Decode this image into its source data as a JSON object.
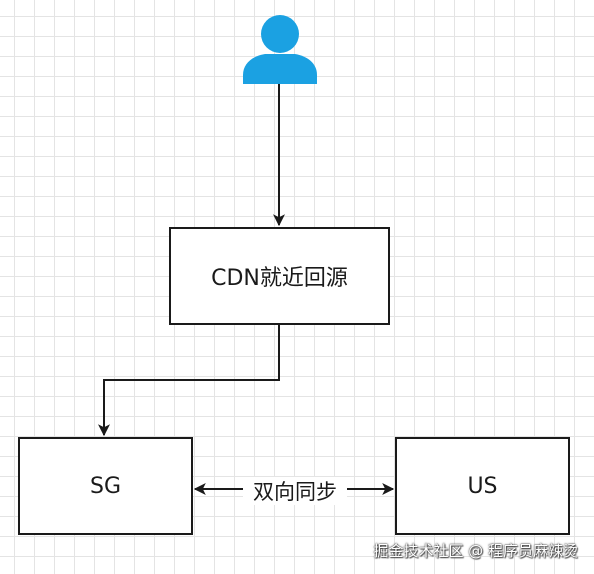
{
  "diagram": {
    "nodes": {
      "cdn": {
        "label": "CDN就近回源"
      },
      "sg": {
        "label": "SG"
      },
      "us": {
        "label": "US"
      }
    },
    "edges": [
      {
        "from": "user",
        "to": "cdn",
        "direction": "forward"
      },
      {
        "from": "cdn",
        "to": "sg",
        "direction": "forward"
      },
      {
        "from": "sg",
        "to": "us",
        "direction": "both",
        "label": "双向同步"
      }
    ],
    "user_icon": {
      "icon": "user-icon",
      "color": "#1ba1e2"
    }
  },
  "watermark": "掘金技术社区 @ 程序员麻辣烫"
}
